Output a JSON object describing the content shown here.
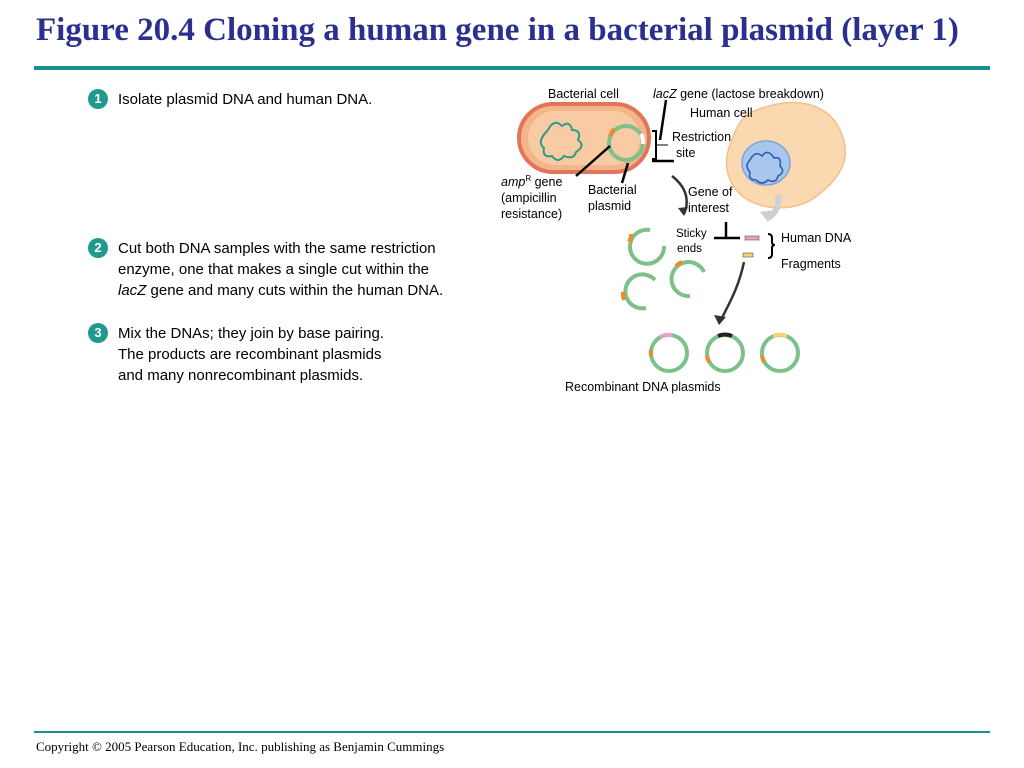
{
  "title": "Figure 20.4 Cloning a human gene in a bacterial plasmid (layer 1)",
  "copyright": "Copyright © 2005 Pearson Education, Inc. publishing as Benjamin Cummings",
  "steps": [
    {
      "num": "1",
      "lines": [
        "Isolate plasmid DNA and human DNA."
      ]
    },
    {
      "num": "2",
      "lines": [
        "Cut both DNA samples with the same restriction",
        "enzyme, one that makes a single cut within the",
        "gene and many cuts within the human DNA."
      ],
      "italic_prefix": "lacZ"
    },
    {
      "num": "3",
      "lines": [
        "Mix the DNAs; they join by base pairing.",
        "The products are recombinant plasmids",
        "and many nonrecombinant plasmids."
      ]
    }
  ],
  "labels": {
    "bacterial_cell": "Bacterial cell",
    "lacz_italic": "lacZ",
    "lacz_rest": "gene (lactose breakdown)",
    "human_cell": "Human cell",
    "restriction_1": "Restriction",
    "restriction_2": "site",
    "amp_italic": "amp",
    "amp_sup": "R",
    "amp_rest": "gene",
    "amp_2": "(ampicillin",
    "amp_3": "resistance)",
    "bact_plasmid_1": "Bacterial",
    "bact_plasmid_2": "plasmid",
    "gene_interest_1": "Gene of",
    "gene_interest_2": "interest",
    "sticky_1": "Sticky",
    "sticky_2": "ends",
    "human_dna": "Human DNA",
    "fragments": "Fragments",
    "recombinant": "Recombinant DNA plasmids"
  },
  "colors": {
    "title": "#2b2f8f",
    "rule": "#1a8f8f",
    "step_badge": "#1f9a8c",
    "bacterium_fill": "#f4b58a",
    "bacterium_outline": "#e0755a",
    "human_cell_fill": "#fbd9b0",
    "nucleus_fill": "#a9c6ee",
    "plasmid_green": "#7cc08a",
    "amp_orange": "#f08a2a",
    "gene_pink": "#e7a3c6",
    "gene_yellow": "#f3d37a"
  }
}
